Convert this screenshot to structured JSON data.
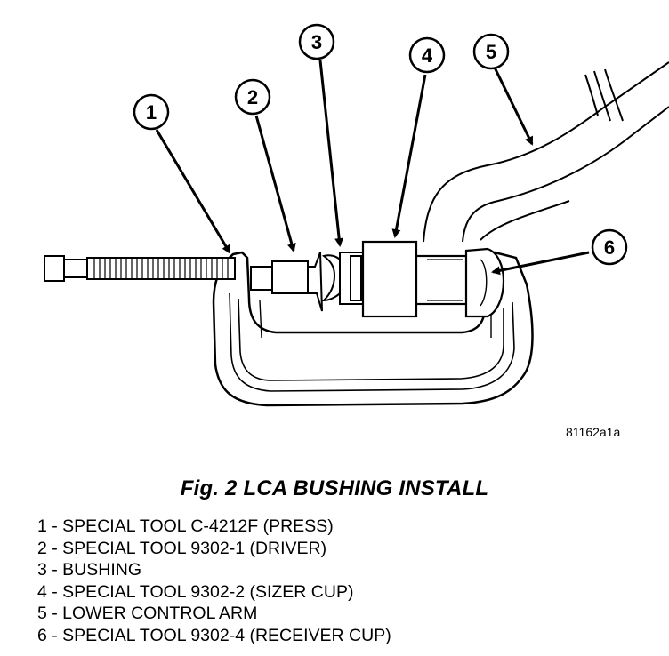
{
  "figure": {
    "id_label": "81162a1a",
    "caption": "Fig. 2 LCA BUSHING INSTALL",
    "callouts": [
      "1",
      "2",
      "3",
      "4",
      "5",
      "6"
    ]
  },
  "legend": {
    "items": [
      "1 - SPECIAL TOOL C-4212F (PRESS)",
      "2 - SPECIAL TOOL 9302-1 (DRIVER)",
      "3 - BUSHING",
      "4 - SPECIAL TOOL 9302-2 (SIZER CUP)",
      "5 - LOWER CONTROL ARM",
      "6 - SPECIAL TOOL 9302-4 (RECEIVER CUP)"
    ]
  }
}
